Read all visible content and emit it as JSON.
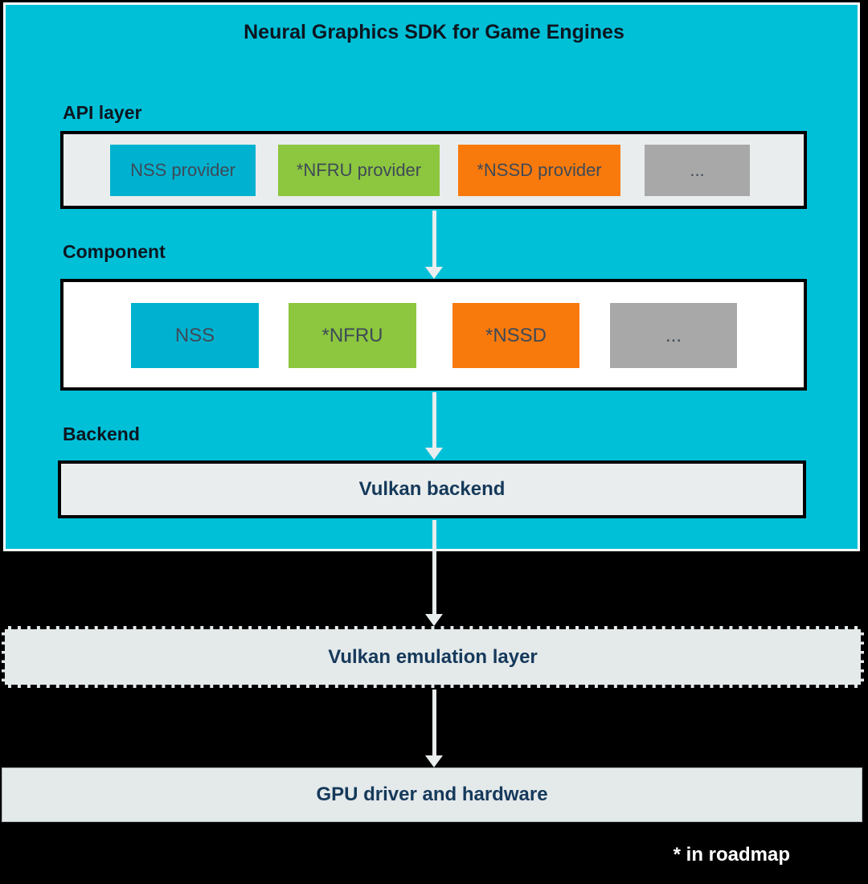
{
  "colors": {
    "page_bg": "#000000",
    "panel_cyan": "#00c0d8",
    "box_cyan": "#00b2d0",
    "box_green": "#8dc63f",
    "box_orange": "#f87a0d",
    "box_gray": "#a8a8a8",
    "container_gray": "#e9edee",
    "layer_gray": "#e4e9ea",
    "arrow_gray": "#e8eded"
  },
  "title": "Neural Graphics SDK for Game Engines",
  "sections": {
    "api_layer": {
      "label": "API layer",
      "items": [
        {
          "label": "NSS provider"
        },
        {
          "label": "*NFRU provider"
        },
        {
          "label": "*NSSD provider"
        },
        {
          "label": "..."
        }
      ]
    },
    "component": {
      "label": "Component",
      "items": [
        {
          "label": "NSS"
        },
        {
          "label": "*NFRU"
        },
        {
          "label": "*NSSD"
        },
        {
          "label": "..."
        }
      ]
    },
    "backend": {
      "label": "Backend",
      "box_label": "Vulkan backend"
    }
  },
  "external": {
    "emulation_label": "Vulkan emulation layer",
    "gpu_label": "GPU driver and hardware"
  },
  "footnote": "* in roadmap"
}
